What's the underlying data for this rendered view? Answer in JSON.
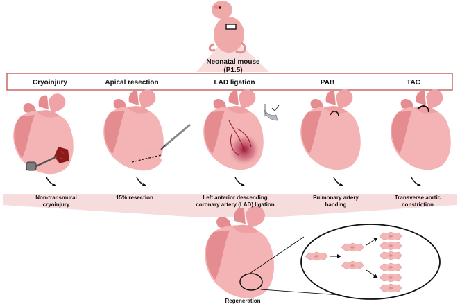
{
  "top": {
    "title_line1": "Neonatal mouse",
    "title_line2": "(P1.5)"
  },
  "models": [
    {
      "header": "Cryoinjury",
      "caption_line1": "Non-transmural",
      "caption_line2": "cryoinjury"
    },
    {
      "header": "Apical resection",
      "caption_line1": "15% resection",
      "caption_line2": ""
    },
    {
      "header": "LAD ligation",
      "caption_line1": "Left anterior descending",
      "caption_line2": "coronary artery (LAD) ligation"
    },
    {
      "header": "PAB",
      "caption_line1": "Pulmonary artery",
      "caption_line2": "banding"
    },
    {
      "header": "TAC",
      "caption_line1": "Transverse aortic",
      "caption_line2": "constriction"
    }
  ],
  "outcome": {
    "label": "Regeneration"
  },
  "colors": {
    "heart": "#f4b4b5",
    "heart_dark": "#e58c90",
    "band": "#f6dcdc",
    "frame": "#c0504d",
    "injury": "#8b1a1a",
    "cell": "#f2b8b8"
  }
}
